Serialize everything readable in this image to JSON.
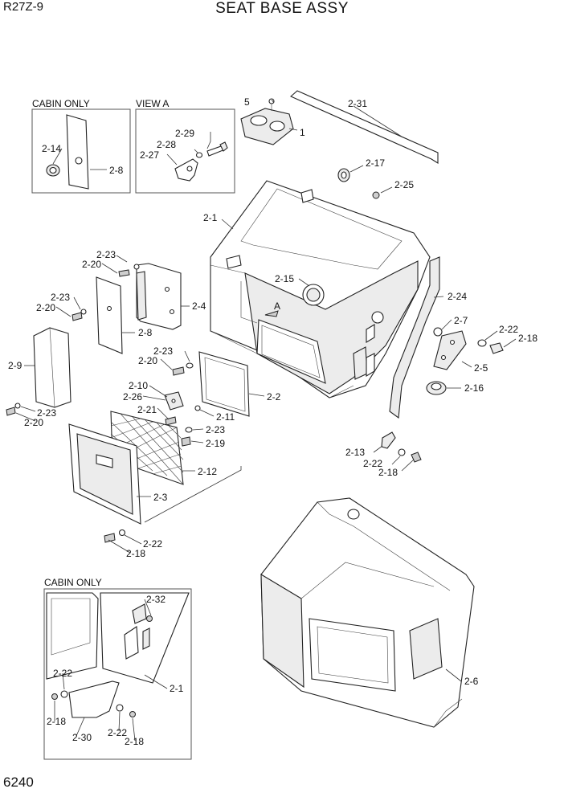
{
  "header": {
    "model": "R27Z-9",
    "title": "SEAT BASE ASSY"
  },
  "footer": {
    "page_number": "6240"
  },
  "insets": {
    "cabin_only_top": "CABIN ONLY",
    "view_a": "VIEW A",
    "cabin_only_bottom": "CABIN ONLY",
    "view_marker": "A"
  },
  "callouts": {
    "c5": "5",
    "c1": "1",
    "c2_31": "2-31",
    "c2_17": "2-17",
    "c2_25": "2-25",
    "c2_1": "2-1",
    "c2_24": "2-24",
    "c2_15": "2-15",
    "c2_7": "2-7",
    "c2_22_r": "2-22",
    "c2_18_r": "2-18",
    "c2_5": "2-5",
    "c2_16": "2-16",
    "c2_13": "2-13",
    "c2_22_rb": "2-22",
    "c2_18_rb": "2-18",
    "c2_14": "2-14",
    "c2_8_top": "2-8",
    "c2_29": "2-29",
    "c2_28": "2-28",
    "c2_27": "2-27",
    "c2_23_a": "2-23",
    "c2_20_a": "2-20",
    "c2_4": "2-4",
    "c2_23_b": "2-23",
    "c2_20_b": "2-20",
    "c2_8": "2-8",
    "c2_9": "2-9",
    "c2_23_c": "2-23",
    "c2_20_c": "2-20",
    "c2_23_d": "2-23",
    "c2_20_d": "2-20",
    "c2_2": "2-2",
    "c2_10": "2-10",
    "c2_26": "2-26",
    "c2_21": "2-21",
    "c2_11": "2-11",
    "c2_23_e": "2-23",
    "c2_19": "2-19",
    "c2_12": "2-12",
    "c2_3": "2-3",
    "c2_22_bl": "2-22",
    "c2_18_bl": "2-18",
    "c2_32": "2-32",
    "c2_1_inset": "2-1",
    "c2_22_in1": "2-22",
    "c2_18_in1": "2-18",
    "c2_30": "2-30",
    "c2_22_in2": "2-22",
    "c2_18_in2": "2-18",
    "c2_6": "2-6"
  }
}
